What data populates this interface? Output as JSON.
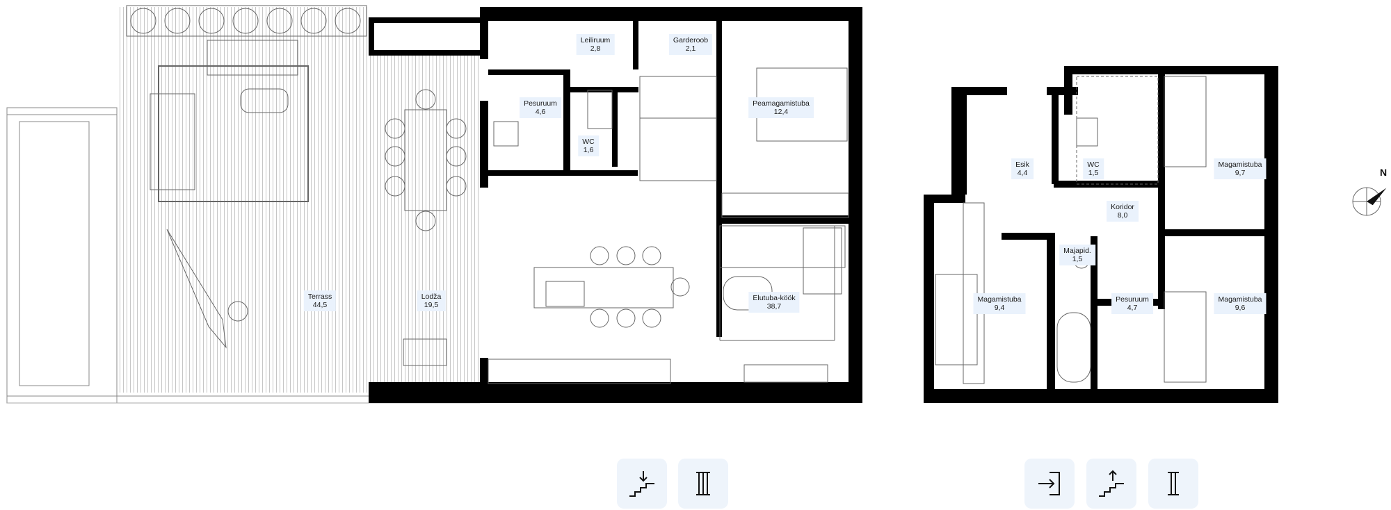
{
  "rooms": {
    "terrass": {
      "name": "Terrass",
      "area": "44,5"
    },
    "lodza": {
      "name": "Lodža",
      "area": "19,5"
    },
    "pesuruum1": {
      "name": "Pesuruum",
      "area": "4,6"
    },
    "leiliruum": {
      "name": "Leiliruum",
      "area": "2,8"
    },
    "garderoob": {
      "name": "Garderoob",
      "area": "2,1"
    },
    "wc1": {
      "name": "WC",
      "area": "1,6"
    },
    "peamagamistuba": {
      "name": "Peamagamistuba",
      "area": "12,4"
    },
    "elutuba": {
      "name": "Elutuba-köök",
      "area": "38,7"
    },
    "esik": {
      "name": "Esik",
      "area": "4,4"
    },
    "wc2": {
      "name": "WC",
      "area": "1,5"
    },
    "koridor": {
      "name": "Koridor",
      "area": "8,0"
    },
    "majapid": {
      "name": "Majapid.",
      "area": "1,5"
    },
    "magamistuba1": {
      "name": "Magamistuba",
      "area": "9,7"
    },
    "magamistuba2": {
      "name": "Magamistuba",
      "area": "9,4"
    },
    "pesuruum2": {
      "name": "Pesuruum",
      "area": "4,7"
    },
    "magamistuba3": {
      "name": "Magamistuba",
      "area": "9,6"
    }
  },
  "compass": {
    "label": "N"
  },
  "nav": {
    "stairs_down": "stairs-down-icon",
    "floor_three": "floor-III-icon",
    "entrance": "entrance-icon",
    "stairs_up": "stairs-up-icon",
    "floor_two": "floor-II-icon"
  },
  "colors": {
    "wall": "#000000",
    "label_bg": "#eaf2fc",
    "button_bg": "#eef4fb",
    "line": "#555555"
  }
}
